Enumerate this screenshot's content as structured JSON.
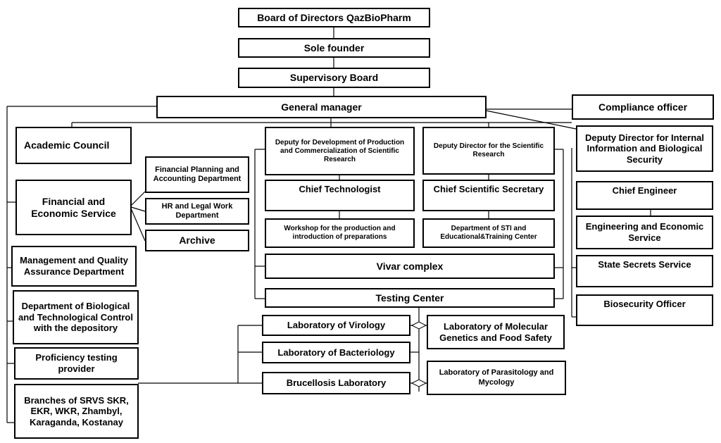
{
  "org_chart": {
    "board_of_directors": "Board of Directors QazBioPharm",
    "sole_founder": "Sole founder",
    "supervisory_board": "Supervisory Board",
    "general_manager": "General manager",
    "compliance_officer": "Compliance officer",
    "academic_council": "Academic Council",
    "financial_economic_service": "Financial and Economic Service",
    "financial_planning_dept": "Financial Planning and Accounting Department",
    "hr_legal_dept": "HR and Legal Work Department",
    "archive": "Archive",
    "management_quality_dept": "Management and Quality Assurance Department",
    "bio_tech_control_dept": "Department of Biological and Technological Control with the depository",
    "proficiency_testing": "Proficiency testing provider",
    "branches": "Branches of SRVS SKR, EKR, WKR, Zhambyl, Karaganda, Kostanay",
    "deputy_development": "Deputy for Development of Production and Commercialization of Scientific Research",
    "deputy_scientific": "Deputy Director for the Scientific Research",
    "deputy_security": "Deputy Director for Internal Information and Biological Security",
    "chief_technologist": "Chief Technologist",
    "chief_scientific_secretary": "Chief Scientific Secretary",
    "chief_engineer": "Chief Engineer",
    "workshop_production": "Workshop for the production and introduction of preparations",
    "dept_sti": "Department of STI and Educational&Training Center",
    "engineering_economic_service": "Engineering and Economic Service",
    "vivar_complex": "Vivar complex",
    "state_secrets_service": "State Secrets Service",
    "testing_center": "Testing Center",
    "biosecurity_officer": "Biosecurity Officer",
    "lab_virology": "Laboratory of Virology",
    "lab_bacteriology": "Laboratory of Bacteriology",
    "lab_brucellosis": "Brucellosis Laboratory",
    "lab_molecular_genetics": "Laboratory of Molecular Genetics and Food Safety",
    "lab_parasitology": "Laboratory of Parasitology and Mycology"
  }
}
